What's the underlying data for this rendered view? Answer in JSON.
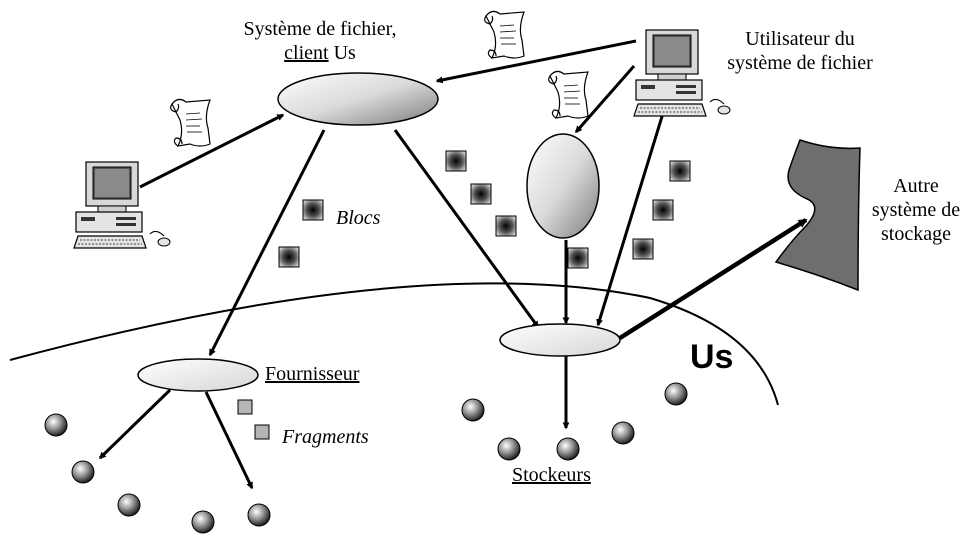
{
  "labels": {
    "fs_client_line1": "Système de fichier,",
    "fs_client_client": "client",
    "fs_client_us": "Us",
    "user_line1": "Utilisateur du",
    "user_line2": "système de fichier",
    "other_line1": "Autre",
    "other_line2": "système de",
    "other_line3": "stockage",
    "blocs": "Blocs",
    "fournisseur": "Fournisseur",
    "fragments": "Fragments",
    "stockeurs": "Stockeurs",
    "us": "Us"
  },
  "icons": {
    "computer": "desktop-computer-icon",
    "document": "scroll-document-icon",
    "block": "data-block-icon",
    "fragment": "fragment-icon",
    "node": "storage-node-icon"
  },
  "colors": {
    "ink": "#000000",
    "ellipse_light": "#f4f4f4",
    "ellipse_dark": "#8a8a8a",
    "other_storage": "#6e6e6e",
    "fragment": "#b5b5b5"
  }
}
